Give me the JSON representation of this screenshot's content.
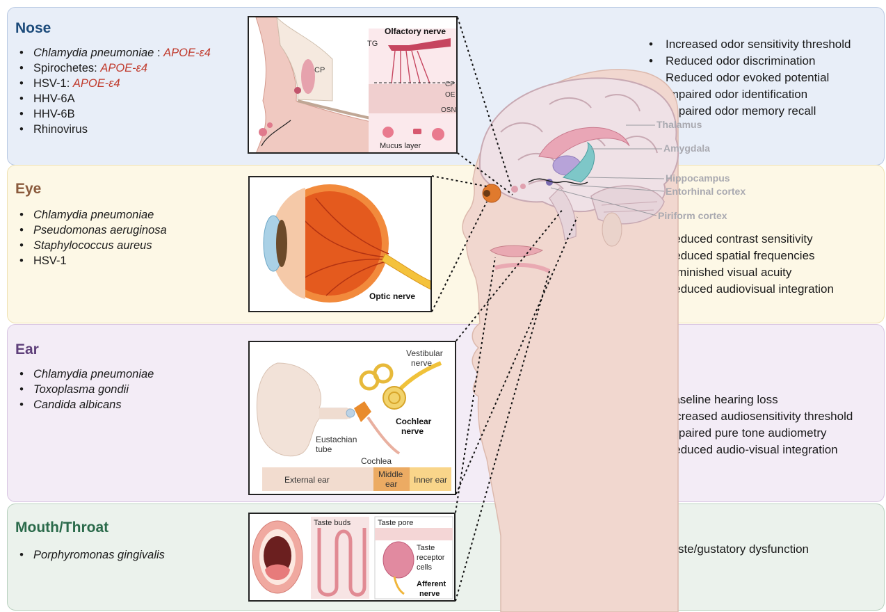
{
  "colors": {
    "nose_title": "#1b4a7a",
    "eye_title": "#8a5a3c",
    "ear_title": "#5e3f7a",
    "mouth_title": "#2a6a4a",
    "allele_red": "#c0392b"
  },
  "nose": {
    "title": "Nose",
    "pathogens": [
      {
        "name": "Chlamydia pneumoniae",
        "sep": " : ",
        "allele": "APOE-ε4"
      },
      {
        "name": "Spirochetes",
        "sep": ": ",
        "allele": "APOE-ε4"
      },
      {
        "name": "HSV-1",
        "sep": ": ",
        "allele": "APOE-ε4"
      },
      {
        "name": "HHV-6A"
      },
      {
        "name": "HHV-6B"
      },
      {
        "name": "Rhinovirus"
      }
    ],
    "symptoms": [
      "Increased odor sensitivity threshold",
      "Reduced odor discrimination",
      "Reduced odor evoked potential",
      "Impaired odor identification",
      "Impaired odor memory recall"
    ],
    "panel": {
      "olfactory_nerve": "Olfactory nerve",
      "tg": "TG",
      "cp_top": "CP",
      "cp": "CP",
      "oe": "OE",
      "osn": "OSN",
      "mucus": "Mucus layer"
    }
  },
  "eye": {
    "title": "Eye",
    "pathogens": [
      "Chlamydia pneumoniae",
      "Pseudomonas aeruginosa",
      "Staphylococcus aureus",
      "HSV-1"
    ],
    "symptoms": [
      "Reduced contrast sensitivity",
      "Reduced spatial frequencies",
      "Diminished visual acuity",
      "Reduced audiovisual integration"
    ],
    "panel": {
      "optic_nerve": "Optic nerve"
    }
  },
  "ear": {
    "title": "Ear",
    "pathogens": [
      "Chlamydia pneumoniae",
      "Toxoplasma gondii",
      "Candida albicans"
    ],
    "symptoms": [
      "Baseline hearing loss",
      "Increased audiosensitivity threshold",
      "Impaired pure tone audiometry",
      "Reduced audio-visual integration"
    ],
    "panel": {
      "vestibular_1": "Vestibular",
      "vestibular_2": "nerve",
      "cochlear_1": "Cochlear",
      "cochlear_2": "nerve",
      "eustachian_1": "Eustachian",
      "eustachian_2": "tube",
      "cochlea": "Cochlea",
      "external": "External ear",
      "middle_1": "Middle",
      "middle_2": "ear",
      "inner": "Inner ear"
    }
  },
  "mouth": {
    "title": "Mouth/Throat",
    "pathogens": [
      "Porphyromonas gingivalis"
    ],
    "symptoms": [
      "Taste/gustatory dysfunction"
    ],
    "panel": {
      "taste_buds": "Taste buds",
      "taste_pore": "Taste pore",
      "receptor_1": "Taste",
      "receptor_2": "receptor",
      "receptor_3": "cells",
      "afferent_1": "Afferent",
      "afferent_2": "nerve"
    }
  },
  "brain_labels": {
    "thalamus": "Thalamus",
    "amygdala": "Amygdala",
    "hippocampus": "Hippocampus",
    "entorhinal": "Entorhinal cortex",
    "piriform": "Piriform cortex"
  }
}
